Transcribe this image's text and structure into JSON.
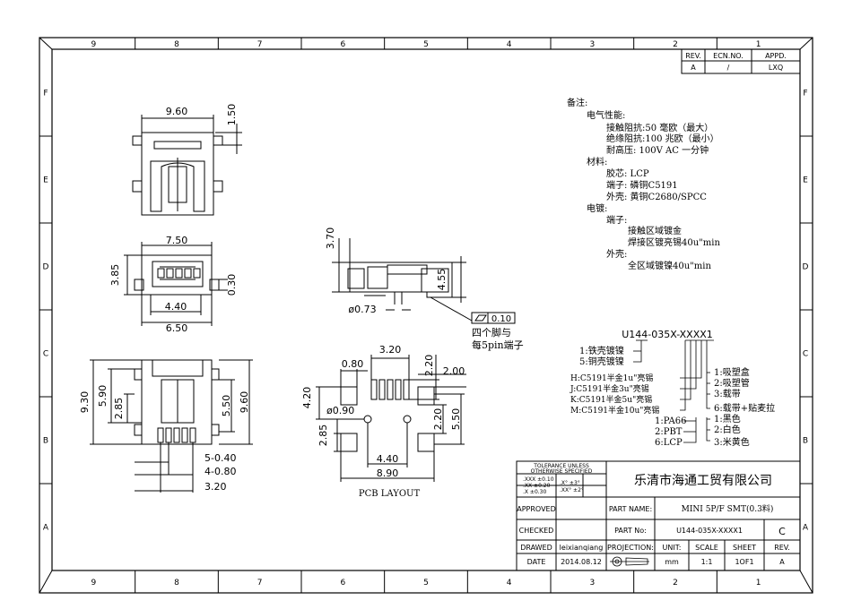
{
  "frame": {
    "col_labels": [
      "9",
      "8",
      "7",
      "6",
      "5",
      "4",
      "3",
      "2",
      "1"
    ],
    "row_labels": [
      "F",
      "E",
      "D",
      "C",
      "B",
      "A"
    ]
  },
  "revision": {
    "headers": [
      "REV.",
      "ECN.NO.",
      "APPD."
    ],
    "values": [
      "A",
      "/",
      "LXQ"
    ]
  },
  "notes": {
    "title": "备注:",
    "lines": [
      "电气性能:",
      "接触阻抗:50 毫欧（最大）",
      "绝缘阻抗:100 兆欧（最小）",
      "耐高压:  100V AC 一分钟",
      "材料:",
      "胶芯: LCP",
      "端子: 磷铜C5191",
      "外壳: 黄铜C2680/SPCC",
      "电镀:",
      "端子:",
      "接触区域镀金",
      "焊接区镀亮锡40u\"min",
      "外壳:",
      "全区域镀镍40u\"min"
    ]
  },
  "dims": {
    "top_w": "9.60",
    "top_h": "1.50",
    "front_w": "7.50",
    "front_h": "3.85",
    "front_off": "0.30",
    "front_b1": "4.40",
    "front_b2": "6.50",
    "side_h1": "3.70",
    "side_h2": "4.55",
    "side_d": "ø0.73",
    "flat_tol": "0.10",
    "bot_h1": "9.30",
    "bot_h2": "5.90",
    "bot_h3": "2.85",
    "bot_h4": "5.50",
    "bot_h5": "9.60",
    "bot_b1": "5-0.40",
    "bot_b2": "4-0.80",
    "bot_b3": "3.20",
    "pcb_320": "3.20",
    "pcb_080": "0.80",
    "pcb_220": "2.20",
    "pcb_200": "2.00",
    "pcb_420": "4.20",
    "pcb_090": "ø0.90",
    "pcb_285": "2.85",
    "pcb_220b": "2.20",
    "pcb_550": "5.50",
    "pcb_440": "4.40",
    "pcb_890": "8.90"
  },
  "labels": {
    "pin_note_1": "四个脚与",
    "pin_note_2": "每5pin端子",
    "pcb_layout": "PCB LAYOUT"
  },
  "part_code": {
    "code": "U144-035X-XXXX1",
    "opt_a": [
      "1:铁壳镀镍",
      "5:铜壳镀镍"
    ],
    "opt_b": [
      "H:C5191半金1u\"亮锡",
      "J:C5191半金3u\"亮锡",
      "K:C5191半金5u\"亮锡",
      "M:C5191半金10u\"亮锡"
    ],
    "opt_c": [
      "1:吸塑盒",
      "2:吸塑管",
      "3:载带",
      "6:载带+贴麦拉"
    ],
    "opt_d": [
      "1:PA66",
      "2:PBT",
      "6:LCP"
    ],
    "opt_e": [
      "1:黑色",
      "2:白色",
      "3:米黄色"
    ]
  },
  "title_block": {
    "tol_title_1": "TOLERANCE UNLESS",
    "tol_title_2": "OTHERWISE SPECIFIED",
    "tol_rows": [
      ".XXX ±0.10",
      ".XX  ±0.20",
      ".X   ±0.30"
    ],
    "tol_ang": [
      ".X°   ±3°",
      ".XX°  ±2°"
    ],
    "company": "乐清市海通工贸有限公司",
    "approved": "APPROVED",
    "checked": "CHECKED",
    "drawed": "DRAWED",
    "date_label": "DATE",
    "drawer": "leixianqiang",
    "date": "2014.08.12",
    "part_name_label": "PART NAME:",
    "part_name": "MINI 5P/F SMT(0.3料)",
    "part_no_label": "PART No:",
    "part_no": "U144-035X-XXXX1",
    "rev_big": "C",
    "projection": "PROJECTION:",
    "unit_label": "UNIT:",
    "scale_label": "SCALE",
    "sheet_label": "SHEET",
    "rev_label": "REV.",
    "unit": "mm",
    "scale": "1:1",
    "sheet": "1OF1",
    "rev": "A"
  }
}
